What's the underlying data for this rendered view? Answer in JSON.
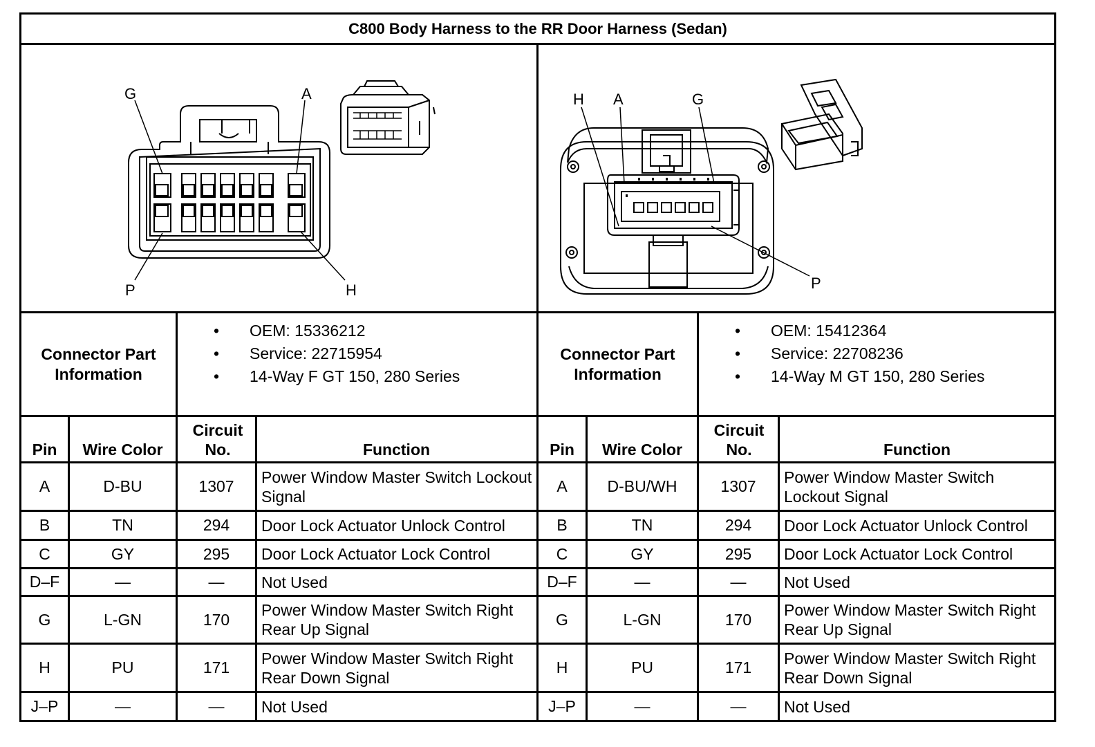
{
  "title": "C800 Body Harness to the RR Door Harness (Sedan)",
  "connectors": [
    {
      "diagram_labels": {
        "top_left": "G",
        "top_right": "A",
        "bottom_left": "P",
        "bottom_right": "H"
      },
      "part_info_label": "Connector Part Information",
      "part_info": [
        "OEM: 15336212",
        "Service: 22715954",
        "14-Way F GT 150, 280 Series"
      ],
      "columns": {
        "pin": "Pin",
        "wire_color": "Wire Color",
        "circuit": "Circuit No.",
        "function": "Function"
      },
      "rows": [
        {
          "pin": "A",
          "wire_color": "D-BU",
          "circuit": "1307",
          "function": "Power Window Master Switch Lockout Signal"
        },
        {
          "pin": "B",
          "wire_color": "TN",
          "circuit": "294",
          "function": "Door Lock Actuator Unlock Control"
        },
        {
          "pin": "C",
          "wire_color": "GY",
          "circuit": "295",
          "function": "Door Lock Actuator Lock Control"
        },
        {
          "pin": "D–F",
          "wire_color": "—",
          "circuit": "—",
          "function": "Not Used"
        },
        {
          "pin": "G",
          "wire_color": "L-GN",
          "circuit": "170",
          "function": "Power Window Master Switch Right Rear Up Signal"
        },
        {
          "pin": "H",
          "wire_color": "PU",
          "circuit": "171",
          "function": "Power Window Master Switch Right Rear Down Signal"
        },
        {
          "pin": "J–P",
          "wire_color": "—",
          "circuit": "—",
          "function": "Not Used"
        }
      ]
    },
    {
      "diagram_labels": {
        "h": "H",
        "a": "A",
        "g": "G",
        "p": "P"
      },
      "part_info_label": "Connector Part Information",
      "part_info": [
        "OEM: 15412364",
        "Service: 22708236",
        "14-Way M GT 150, 280 Series"
      ],
      "columns": {
        "pin": "Pin",
        "wire_color": "Wire Color",
        "circuit": "Circuit No.",
        "function": "Function"
      },
      "rows": [
        {
          "pin": "A",
          "wire_color": "D-BU/WH",
          "circuit": "1307",
          "function": "Power Window Master Switch Lockout Signal"
        },
        {
          "pin": "B",
          "wire_color": "TN",
          "circuit": "294",
          "function": "Door Lock Actuator Unlock Control"
        },
        {
          "pin": "C",
          "wire_color": "GY",
          "circuit": "295",
          "function": "Door Lock Actuator Lock Control"
        },
        {
          "pin": "D–F",
          "wire_color": "—",
          "circuit": "—",
          "function": "Not Used"
        },
        {
          "pin": "G",
          "wire_color": "L-GN",
          "circuit": "170",
          "function": "Power Window Master Switch Right Rear Up Signal"
        },
        {
          "pin": "H",
          "wire_color": "PU",
          "circuit": "171",
          "function": "Power Window Master Switch Right Rear Down Signal"
        },
        {
          "pin": "J–P",
          "wire_color": "—",
          "circuit": "—",
          "function": "Not Used"
        }
      ]
    }
  ]
}
